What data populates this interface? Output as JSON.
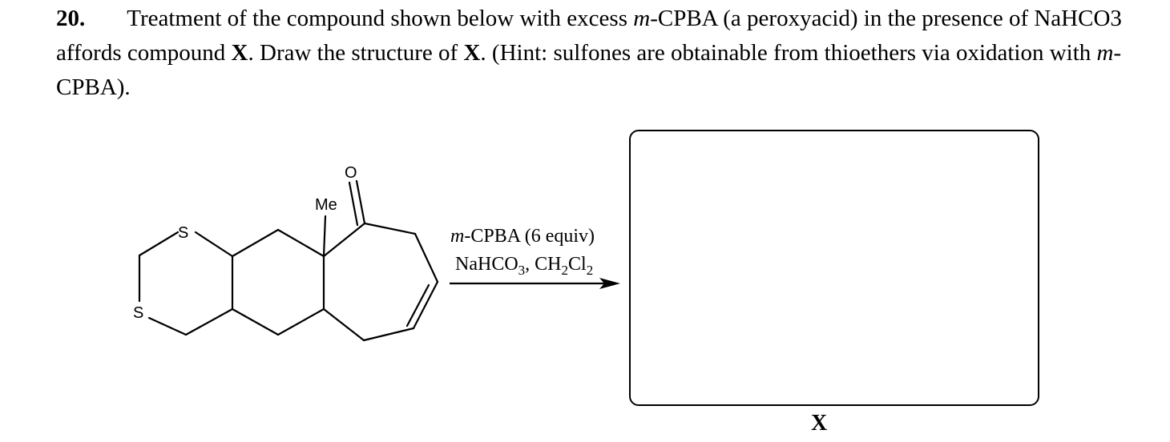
{
  "question": {
    "number": "20.",
    "text_1": "Treatment of the compound shown below with excess ",
    "reagent_italic": "m",
    "text_2": "-CPBA (a peroxyacid) in the presence of NaHCO",
    "sub_3": "3",
    "text_3": " affords compound ",
    "compound_bold_1": "X",
    "text_4": ". Draw the structure of ",
    "compound_bold_2": "X",
    "text_5": ". (Hint: sulfones are obtainable from thioethers via oxidation with ",
    "reagent_italic_2": "m",
    "text_6": "-CPBA)."
  },
  "molecule": {
    "atom_s_top": "S",
    "atom_s_bottom": "S",
    "atom_o": "O",
    "methyl_label": "Me"
  },
  "conditions": {
    "line1_italic": "m",
    "line1_rest": "-CPBA (6 equiv)",
    "line2_a": "NaHCO",
    "line2_sub_a": "3",
    "line2_b": ", CH",
    "line2_sub_b": "2",
    "line2_c": "Cl",
    "line2_sub_c": "2"
  },
  "answer": {
    "label": "X"
  }
}
